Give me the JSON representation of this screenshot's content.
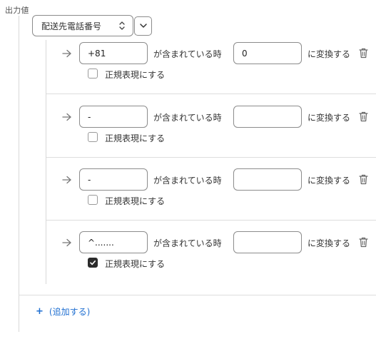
{
  "output_label": "出力値",
  "field_select": {
    "value": "配送先電話番号"
  },
  "rules": [
    {
      "find_value": "+81",
      "contains_label": "が含まれている時",
      "replace_value": "0",
      "convert_label": "に変換する",
      "regex_label": "正規表現にする",
      "regex_checked": false
    },
    {
      "find_value": "-",
      "contains_label": "が含まれている時",
      "replace_value": "",
      "convert_label": "に変換する",
      "regex_label": "正規表現にする",
      "regex_checked": false
    },
    {
      "find_value": "-",
      "contains_label": "が含まれている時",
      "replace_value": "",
      "convert_label": "に変換する",
      "regex_label": "正規表現にする",
      "regex_checked": false
    },
    {
      "find_value": "^.......",
      "contains_label": "が含まれている時",
      "replace_value": "",
      "convert_label": "に変換する",
      "regex_label": "正規表現にする",
      "regex_checked": true
    }
  ],
  "add_button": {
    "plus": "+",
    "label": "(追加する)"
  },
  "colors": {
    "link": "#1f6fd1",
    "border": "#8c8c8c",
    "separator": "#dddddd",
    "checkbox_checked": "#2b2b2b"
  },
  "icons": {
    "select_updown": "chevron-up-down-icon",
    "dropdown": "chevron-down-icon",
    "arrow": "arrow-right-icon",
    "delete": "trash-icon",
    "check": "check-icon"
  }
}
